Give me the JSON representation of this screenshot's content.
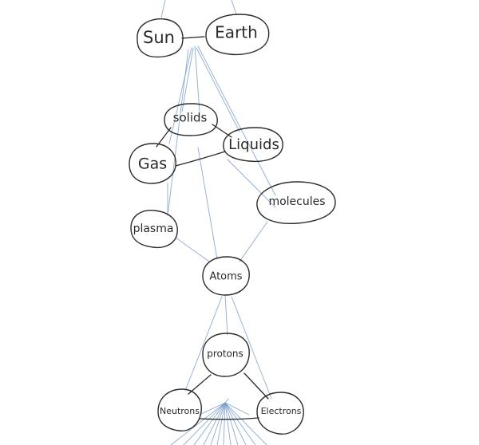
{
  "nodes": {
    "sun": "Sun",
    "earth": "Earth",
    "solids": "solids",
    "gas": "Gas",
    "liquids": "Liquids",
    "plasma": "plasma",
    "molecules": "molecules",
    "atoms": "Atoms",
    "protons": "protons",
    "neutrons": "Neutrons",
    "electrons": "Electrons"
  },
  "colors": {
    "ink": "#2b2b2b",
    "link": "#7a9cc9",
    "background": "#ffffff"
  }
}
